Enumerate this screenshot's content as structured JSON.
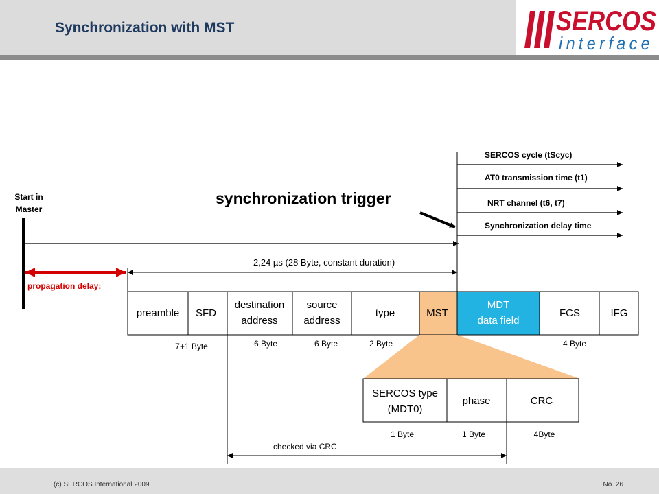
{
  "header": {
    "title": "Synchronization with MST",
    "logo_top": "SERCOS",
    "logo_bottom": "interface"
  },
  "diagram": {
    "start_label_line1": "Start in",
    "start_label_line2": "Master",
    "trigger_label": "synchronization trigger",
    "cycle_labels": [
      "SERCOS cycle (tScyc)",
      "AT0 transmission time (t1)",
      "NRT channel (t6, t7)",
      "Synchronization delay time"
    ],
    "duration_label": "2,24 µs (28 Byte, constant duration)",
    "propagation_label": "propagation delay:",
    "frame_fields": {
      "preamble": "preamble",
      "sfd": "SFD",
      "destination_line1": "destination",
      "destination_line2": "address",
      "source_line1": "source",
      "source_line2": "address",
      "type": "type",
      "mst": "MST",
      "mdt_line1": "MDT",
      "mdt_line2": "data field",
      "fcs": "FCS",
      "ifg": "IFG"
    },
    "frame_sizes": {
      "preamble_sfd": "7+1 Byte",
      "destination": "6 Byte",
      "source": "6 Byte",
      "type": "2 Byte",
      "fcs": "4 Byte"
    },
    "mst_fields": {
      "sercos_type_line1": "SERCOS type",
      "sercos_type_line2": "(MDT0)",
      "phase": "phase",
      "crc": "CRC"
    },
    "mst_sizes": {
      "sercos_type": "1 Byte",
      "phase": "1 Byte",
      "crc": "4Byte"
    },
    "crc_label": "checked via CRC"
  },
  "footer": {
    "copyright": "(c) SERCOS International 2009",
    "page_number": "No. 26"
  },
  "colors": {
    "title": "#1f3a5f",
    "mst_fill": "#f9c38c",
    "mdt_fill": "#22b3e3",
    "propagation": "#d40000",
    "logo": "#c8102e"
  }
}
